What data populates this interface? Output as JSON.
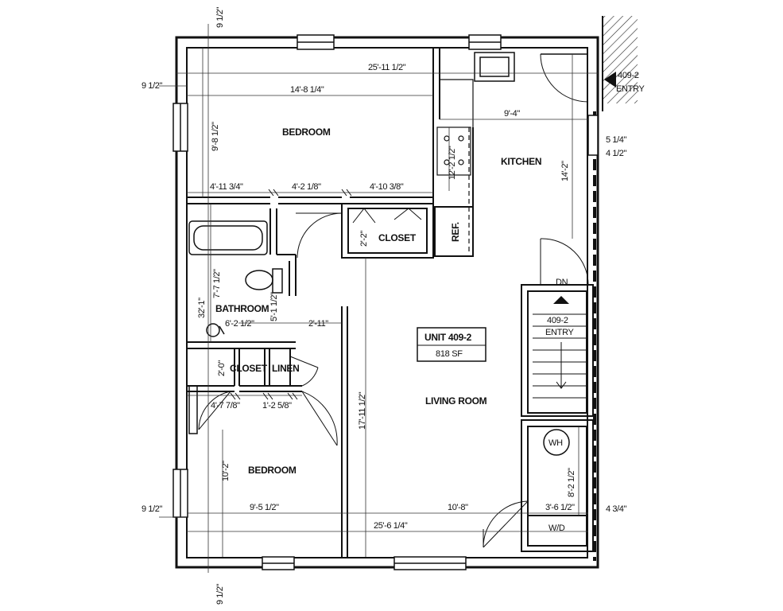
{
  "rooms": {
    "bedroom_top": "BEDROOM",
    "kitchen": "KITCHEN",
    "closet_top": "CLOSET",
    "ref": "REF.",
    "bathroom": "BATHROOM",
    "closet_mid": "CLOSET",
    "linen": "LINEN",
    "living_room": "LIVING ROOM",
    "bedroom_bottom": "BEDROOM",
    "wh": "WH",
    "wd": "W/D"
  },
  "unit": {
    "name": "UNIT 409-2",
    "area": "818 SF"
  },
  "entries": {
    "top_right_num": "409-2",
    "top_right_label": "ENTRY",
    "stair_num": "409-2",
    "stair_label": "ENTRY",
    "stair_dn": "DN."
  },
  "dims": {
    "top_91_2": "9 1/2\"",
    "left_91_2_top": "9 1/2\"",
    "overall_top": "25'-11 1/2\"",
    "bedroom_width": "14'-8 1/4\"",
    "bedroom_height": "9'-8 1/2\"",
    "kitchen_width": "9'-4\"",
    "kitchen_height": "12'-2 1/2\"",
    "kitchen_depth": "14'-2\"",
    "right_51_4": "5 1/4\"",
    "right_41_2": "4 1/2\"",
    "seg1": "4'-11 3/4\"",
    "seg2": "4'-2 1/8\"",
    "seg3": "4'-10 3/8\"",
    "closet_depth": "2'-2\"",
    "bath_height": "7'-7 1/2\"",
    "overall_height": "32'-1\"",
    "bath_width": "6'-2 1/2\"",
    "bath_51_2": "5'-1 1/2\"",
    "hall_width": "2'-11\"",
    "closet_mid_depth": "2'-0\"",
    "bed2_seg1": "4'-7 7/8\"",
    "bed2_seg2": "1'-2 5/8\"",
    "living_height": "17'-11 1/2\"",
    "bed2_height": "10'-2\"",
    "wh_height": "8'-2 1/2\"",
    "left_91_2_bottom": "9 1/2\"",
    "bed2_width": "9'-5 1/2\"",
    "living_width": "10'-8\"",
    "wd_width": "3'-6 1/2\"",
    "right_43_4": "4 3/4\"",
    "overall_bottom": "25'-6 1/4\"",
    "bottom_91_2": "9 1/2\""
  }
}
